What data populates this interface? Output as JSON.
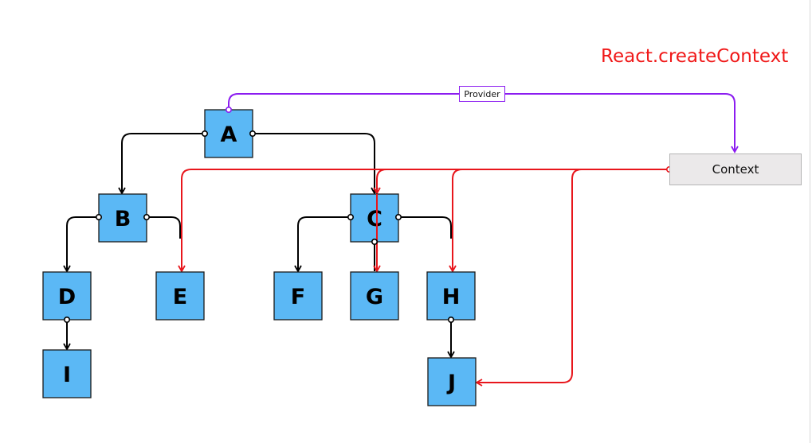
{
  "title": "React.createContext",
  "provider_label": "Provider",
  "context_label": "Context",
  "colors": {
    "node_fill": "#5bb8f5",
    "tree_edge": "#000000",
    "context_edge": "#e8161c",
    "provider_edge": "#8b1cf0",
    "title": "#f01818",
    "context_fill": "#ebe9ea"
  },
  "nodes": [
    {
      "id": "A",
      "label": "A"
    },
    {
      "id": "B",
      "label": "B"
    },
    {
      "id": "C",
      "label": "C"
    },
    {
      "id": "D",
      "label": "D"
    },
    {
      "id": "E",
      "label": "E"
    },
    {
      "id": "F",
      "label": "F"
    },
    {
      "id": "G",
      "label": "G"
    },
    {
      "id": "H",
      "label": "H"
    },
    {
      "id": "I",
      "label": "I"
    },
    {
      "id": "J",
      "label": "J"
    }
  ],
  "tree_edges": [
    {
      "from": "A",
      "to": "B"
    },
    {
      "from": "A",
      "to": "C"
    },
    {
      "from": "B",
      "to": "D"
    },
    {
      "from": "B",
      "to": "E"
    },
    {
      "from": "C",
      "to": "F"
    },
    {
      "from": "C",
      "to": "G"
    },
    {
      "from": "C",
      "to": "H"
    },
    {
      "from": "D",
      "to": "I"
    },
    {
      "from": "H",
      "to": "J"
    }
  ],
  "provider_edge": {
    "from": "A",
    "to": "Context"
  },
  "context_edges": [
    {
      "from": "Context",
      "to": "E"
    },
    {
      "from": "Context",
      "to": "C"
    },
    {
      "from": "Context",
      "to": "G"
    },
    {
      "from": "Context",
      "to": "H"
    },
    {
      "from": "Context",
      "to": "J"
    }
  ]
}
